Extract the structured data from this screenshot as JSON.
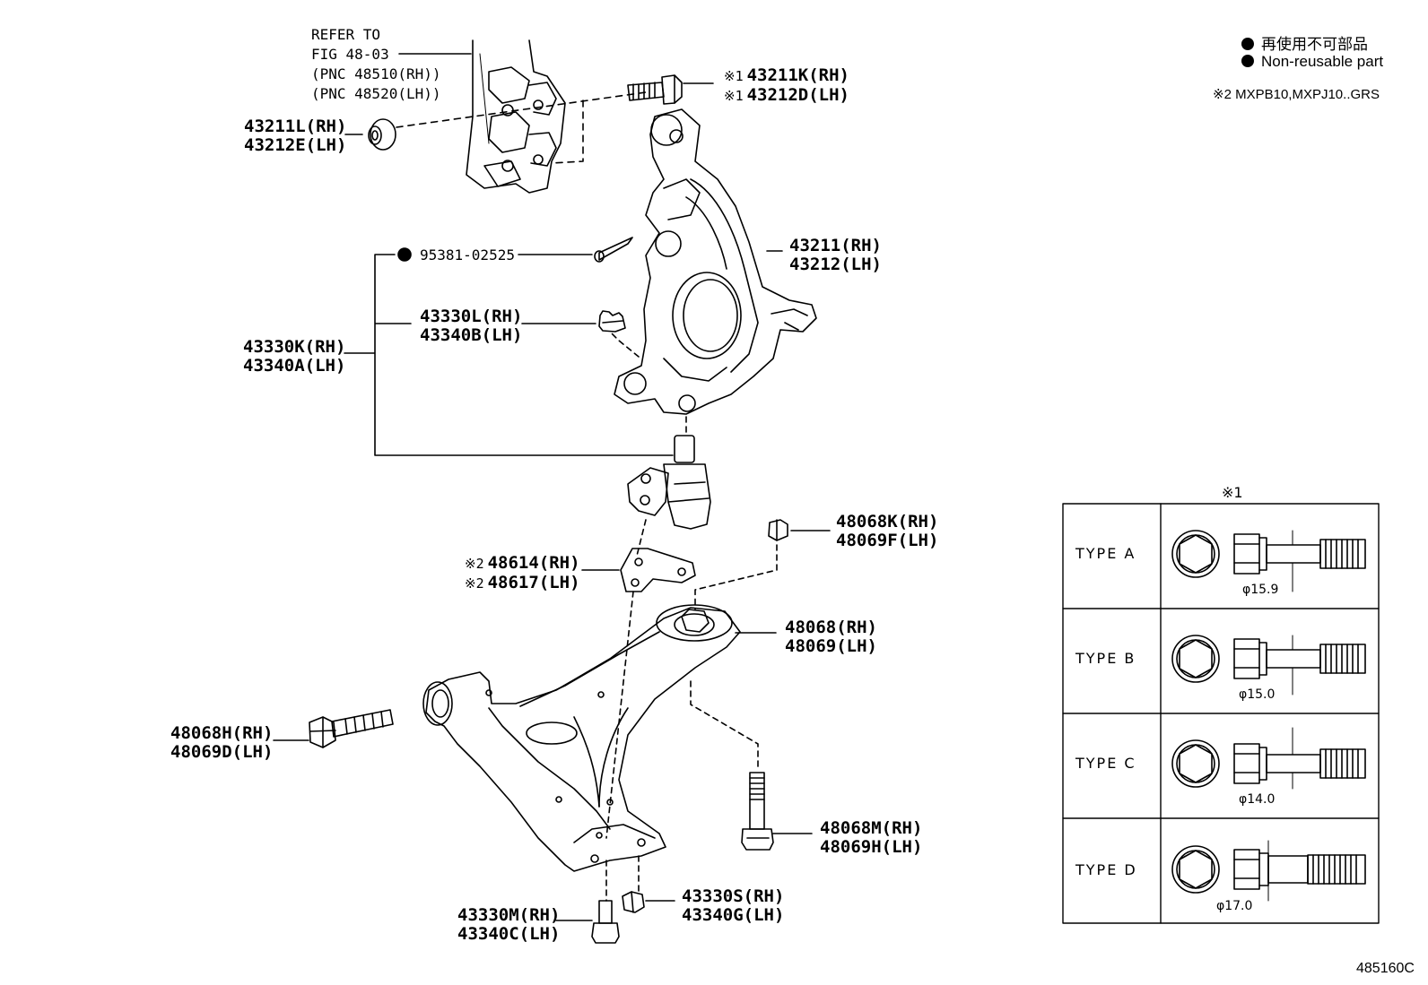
{
  "legend": {
    "non_reusable_jp": "再使用不可部品",
    "non_reusable_en": "Non-reusable part",
    "note2_mark": "※2",
    "note2_text": "MXPB10,MXPJ10..GRS"
  },
  "labels": {
    "refer": [
      "REFER TO",
      "FIG 48-03",
      "(PNC 48510(RH))",
      "(PNC 48520(LH))"
    ],
    "bolt_upper": {
      "mark": "※1",
      "rh": "43211K(RH)",
      "lh": "43212D(LH)"
    },
    "nut_upper": {
      "rh": "43211L(RH)",
      "lh": "43212E(LH)"
    },
    "cotter_pin": "95381-02525",
    "knuckle": {
      "rh": "43211(RH)",
      "lh": "43212(LH)"
    },
    "castle_nut": {
      "rh": "43330L(RH)",
      "lh": "43340B(LH)"
    },
    "ball_joint": {
      "rh": "43330K(RH)",
      "lh": "43340A(LH)"
    },
    "plate": {
      "mark": "※2",
      "rh": "48614(RH)",
      "lh": "48617(LH)"
    },
    "nut_rear": {
      "rh": "48068K(RH)",
      "lh": "48069F(LH)"
    },
    "arm": {
      "rh": "48068(RH)",
      "lh": "48069(LH)"
    },
    "front_bolt": {
      "rh": "48068H(RH)",
      "lh": "48069D(LH)"
    },
    "rear_bolt": {
      "rh": "48068M(RH)",
      "lh": "48069H(LH)"
    },
    "bj_bolt": {
      "rh": "43330M(RH)",
      "lh": "43340C(LH)"
    },
    "bj_nut": {
      "rh": "43330S(RH)",
      "lh": "43340G(LH)"
    }
  },
  "type_table": {
    "mark": "※1",
    "rows": [
      {
        "type": "TYPE  A",
        "dim": "φ15.9"
      },
      {
        "type": "TYPE  B",
        "dim": "φ15.0"
      },
      {
        "type": "TYPE  C",
        "dim": "φ14.0"
      },
      {
        "type": "TYPE  D",
        "dim": "φ17.0"
      }
    ]
  },
  "figure_code": "485160C"
}
